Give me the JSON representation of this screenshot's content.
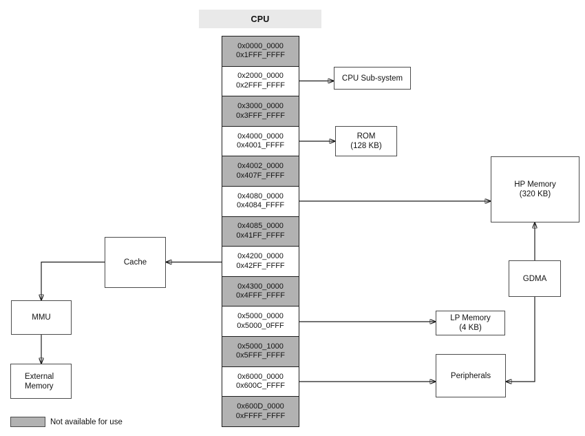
{
  "header": {
    "title": "CPU"
  },
  "stack": {
    "segments": [
      {
        "start": "0x0000_0000",
        "end": "0x1FFF_FFFF",
        "available": false
      },
      {
        "start": "0x2000_0000",
        "end": "0x2FFF_FFFF",
        "available": true
      },
      {
        "start": "0x3000_0000",
        "end": "0x3FFF_FFFF",
        "available": false
      },
      {
        "start": "0x4000_0000",
        "end": "0x4001_FFFF",
        "available": true
      },
      {
        "start": "0x4002_0000",
        "end": "0x407F_FFFF",
        "available": false
      },
      {
        "start": "0x4080_0000",
        "end": "0x4084_FFFF",
        "available": true
      },
      {
        "start": "0x4085_0000",
        "end": "0x41FF_FFFF",
        "available": false
      },
      {
        "start": "0x4200_0000",
        "end": "0x42FF_FFFF",
        "available": true
      },
      {
        "start": "0x4300_0000",
        "end": "0x4FFF_FFFF",
        "available": false
      },
      {
        "start": "0x5000_0000",
        "end": "0x5000_0FFF",
        "available": true
      },
      {
        "start": "0x5000_1000",
        "end": "0x5FFF_FFFF",
        "available": false
      },
      {
        "start": "0x6000_0000",
        "end": "0x600C_FFFF",
        "available": true
      },
      {
        "start": "0x600D_0000",
        "end": "0xFFFF_FFFF",
        "available": false
      }
    ]
  },
  "boxes": {
    "cpu_subsystem": {
      "label": "CPU Sub-system"
    },
    "rom": {
      "name": "ROM",
      "size": "(128 KB)"
    },
    "hp_memory": {
      "name": "HP Memory",
      "size": "(320 KB)"
    },
    "cache": {
      "label": "Cache"
    },
    "mmu": {
      "label": "MMU"
    },
    "external_memory": {
      "line1": "External",
      "line2": "Memory"
    },
    "gdma": {
      "label": "GDMA"
    },
    "lp_memory": {
      "name": "LP Memory",
      "size": "(4 KB)"
    },
    "peripherals": {
      "label": "Peripherals"
    }
  },
  "connections": [
    {
      "from": "0x2000_0000-0x2FFF_FFFF",
      "to": "CPU Sub-system"
    },
    {
      "from": "0x4000_0000-0x4001_FFFF",
      "to": "ROM (128 KB)"
    },
    {
      "from": "0x4080_0000-0x4084_FFFF",
      "to": "HP Memory (320 KB)"
    },
    {
      "from": "0x4200_0000-0x42FF_FFFF",
      "to": "Cache"
    },
    {
      "from": "Cache",
      "to": "MMU"
    },
    {
      "from": "MMU",
      "to": "External Memory"
    },
    {
      "from": "0x5000_0000-0x5000_0FFF",
      "to": "LP Memory (4 KB)"
    },
    {
      "from": "0x6000_0000-0x600C_FFFF",
      "to": "Peripherals"
    },
    {
      "from": "GDMA",
      "to": "HP Memory (320 KB)"
    },
    {
      "from": "GDMA",
      "to": "Peripherals"
    }
  ],
  "legend": {
    "label": "Not available for use"
  },
  "colors": {
    "unavailable_fill": "#b2b2b2",
    "header_fill": "#e9e9e9",
    "border_dark": "#1c1c1c",
    "box_border": "#4a4a4a"
  }
}
